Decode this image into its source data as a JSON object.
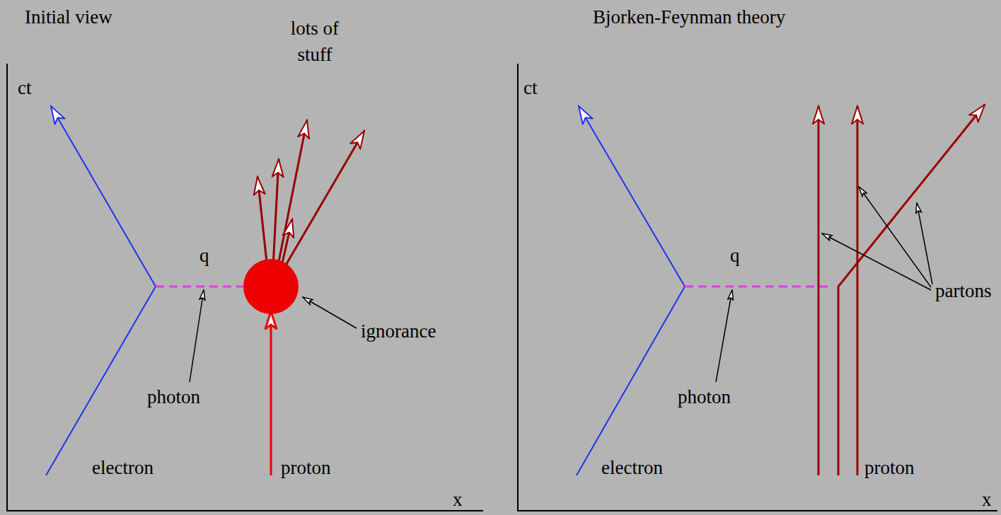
{
  "diagram": {
    "labels": [
      "Initial view",
      "Bjorken-Feynman theory",
      "ct",
      "lots of stuff",
      "q",
      "ignorance",
      "photon",
      "electron",
      "proton",
      "x",
      "ct",
      "q",
      "partons",
      "photon",
      "electron",
      "proton",
      "x"
    ]
  }
}
